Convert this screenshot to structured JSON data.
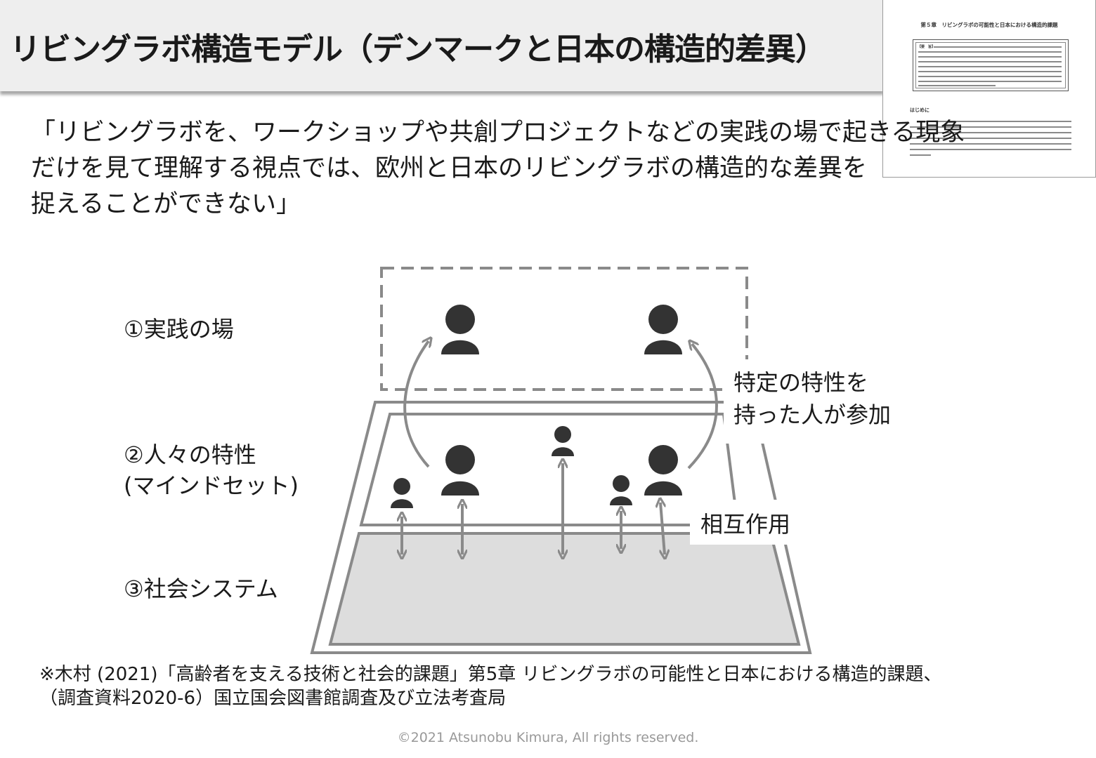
{
  "header": {
    "title": "リビングラボ構造モデル（デンマークと日本の構造的差異）"
  },
  "quote": {
    "lines": [
      "「リビングラボを、ワークショップや共創プロジェクトなどの実践の場で起きる現象",
      "だけを見て理解する視点では、欧州と日本のリビングラボの構造的な差異を",
      "捉えることができない」"
    ]
  },
  "thumbnail": {
    "title": "第５章　リビングラボの可能性と日本における構造的課題",
    "box_label": "【要　旨】",
    "heading": "はじめに"
  },
  "diagram": {
    "layer1_label": "①実践の場",
    "layer2_label_line1": "②人々の特性",
    "layer2_label_line2": "(マインドセット)",
    "layer3_label": "③社会システム",
    "callout_participation_line1": "特定の特性を",
    "callout_participation_line2": "持った人が参加",
    "callout_interaction": "相互作用",
    "icons": {
      "person": "person-icon",
      "arrow": "double-arrow-icon",
      "curved_arrow": "curved-arrow-icon"
    },
    "colors": {
      "person": "#333333",
      "arrow": "#8a8a8a",
      "dashed_box": "#8a8a8a",
      "society_fill": "#dddddd"
    }
  },
  "footnote": {
    "line1": "※木村 (2021)「高齢者を支える技術と社会的課題」第5章 リビングラボの可能性と日本における構造的課題、",
    "line2": "（調査資料2020-6）国立国会図書館調査及び立法考査局"
  },
  "copyright": "©2021 Atsunobu Kimura, All rights reserved."
}
